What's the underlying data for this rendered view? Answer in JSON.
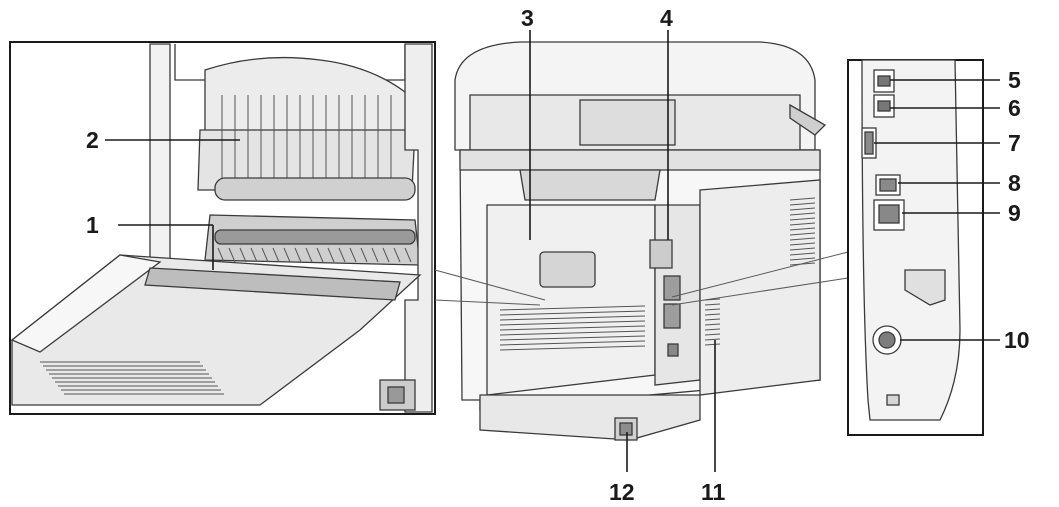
{
  "figure": {
    "type": "printer-rear-view-callout-diagram",
    "callouts": [
      {
        "id": "c1",
        "label": "1"
      },
      {
        "id": "c2",
        "label": "2"
      },
      {
        "id": "c3",
        "label": "3"
      },
      {
        "id": "c4",
        "label": "4"
      },
      {
        "id": "c5",
        "label": "5"
      },
      {
        "id": "c6",
        "label": "6"
      },
      {
        "id": "c7",
        "label": "7"
      },
      {
        "id": "c8",
        "label": "8"
      },
      {
        "id": "c9",
        "label": "9"
      },
      {
        "id": "c10",
        "label": "10"
      },
      {
        "id": "c11",
        "label": "11"
      },
      {
        "id": "c12",
        "label": "12"
      }
    ]
  }
}
